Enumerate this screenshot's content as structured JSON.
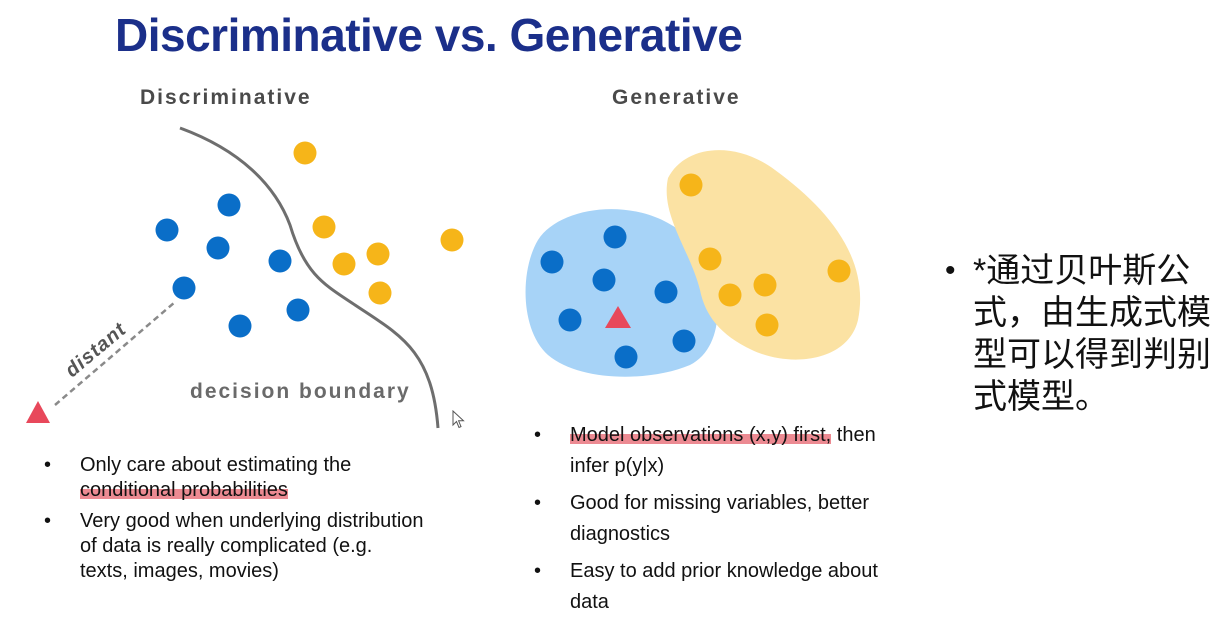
{
  "title": "Discriminative vs. Generative",
  "discriminative": {
    "heading": "Discriminative",
    "distant_label": "distant",
    "boundary_label": "decision boundary",
    "bullets": [
      {
        "before": "Only care about estimating the ",
        "highlight": "conditional probabilities",
        "after": ""
      },
      {
        "before": "Very good when underlying distribution of data is really complicated (e.g. texts, images, movies)",
        "highlight": "",
        "after": ""
      }
    ]
  },
  "generative": {
    "heading": "Generative",
    "bullets": [
      {
        "before": "",
        "highlight": "Model observations (x,y) first,",
        "after": " then infer p(y|x)"
      },
      {
        "before": "Good for missing variables, better diagnostics",
        "highlight": "",
        "after": ""
      },
      {
        "before": "Easy to add prior knowledge about data",
        "highlight": "",
        "after": ""
      }
    ]
  },
  "note": {
    "bullet": "•",
    "text": "*通过贝叶斯公式，由生成式模型可以得到判别式模型。"
  },
  "colors": {
    "title": "#1b2f8a",
    "class_blue": "#0a6ec8",
    "class_yellow": "#f6b519",
    "blob_blue": "#a7d3f7",
    "blob_yellow": "#fbe2a3",
    "query_red": "#e8485b",
    "highlight": "#e5636d"
  }
}
